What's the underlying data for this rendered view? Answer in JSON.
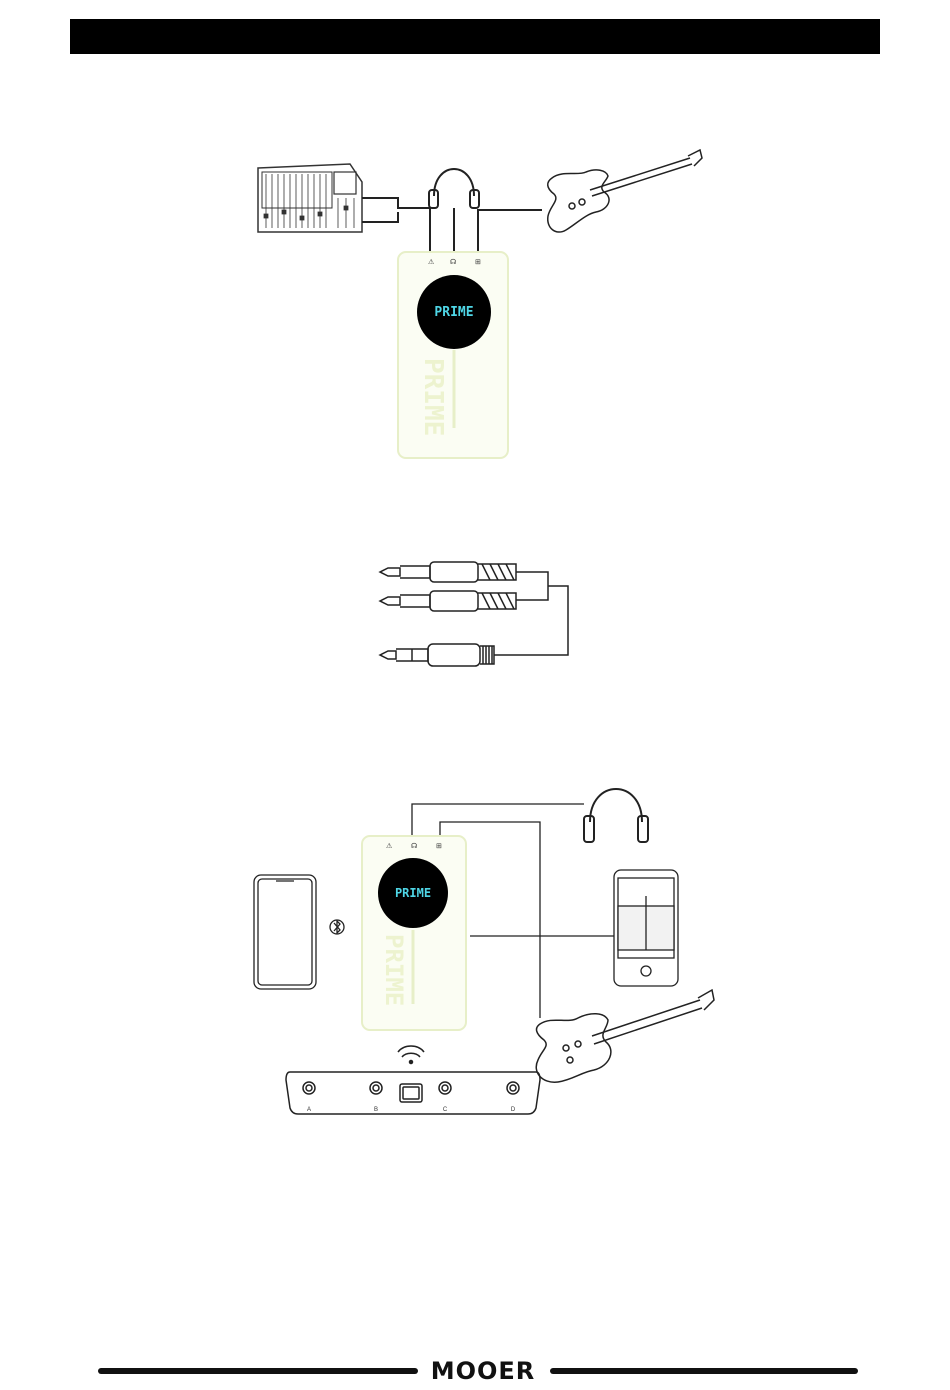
{
  "page": {
    "brand_logo": "MOOER"
  },
  "device": {
    "screen_text": "PRIME",
    "body_text": "PRIME",
    "jack_labels": [
      "⚠",
      "☊",
      "⊞"
    ]
  },
  "footswitch": {
    "labels": [
      "A",
      "B",
      "C",
      "D"
    ]
  },
  "colors": {
    "device_fill": "#fbfdf3",
    "device_outline": "#e7efc8",
    "screen_text": "#4fd6e6",
    "line": "#222222"
  }
}
